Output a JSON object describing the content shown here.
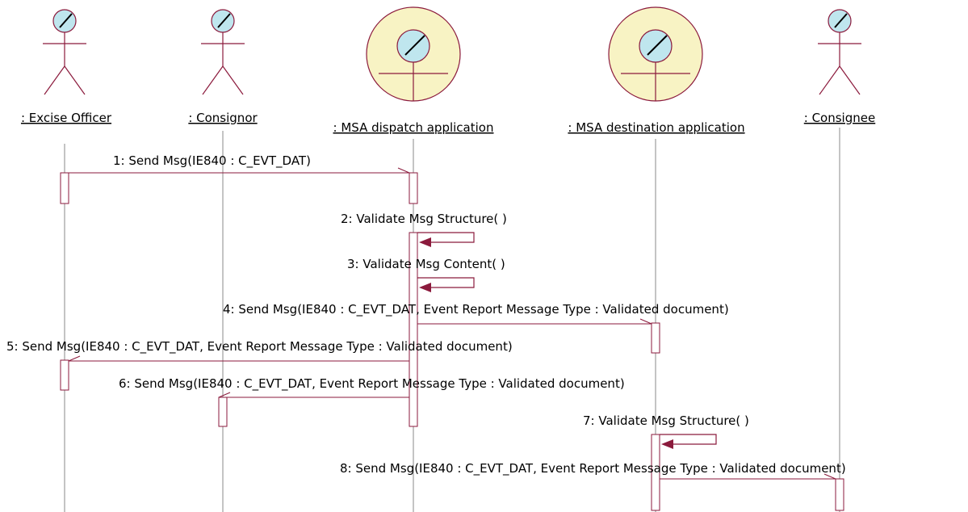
{
  "colors": {
    "line": "#8b1a3c",
    "arrowhead": "#8b1a3c",
    "actor_head_fill": "#bfe6ee",
    "boundary_fill": "#f8f3c4",
    "activation_fill": "#ffffff",
    "text": "#000000"
  },
  "participants": [
    {
      "id": "excise-officer",
      "kind": "actor-icon",
      "label": ": Excise Officer"
    },
    {
      "id": "consignor",
      "kind": "actor-icon",
      "label": ": Consignor"
    },
    {
      "id": "msa-dispatch",
      "kind": "control-icon",
      "label": ": MSA dispatch application"
    },
    {
      "id": "msa-destination",
      "kind": "control-icon",
      "label": ": MSA destination application"
    },
    {
      "id": "consignee",
      "kind": "actor-icon",
      "label": ": Consignee"
    }
  ],
  "messages": [
    {
      "number": "1",
      "label": "1: Send Msg(IE840 : C_EVT_DAT)",
      "from": "excise-officer",
      "to": "msa-dispatch",
      "type": "async"
    },
    {
      "number": "2",
      "label": "2: Validate Msg Structure( )",
      "from": "msa-dispatch",
      "to": "msa-dispatch",
      "type": "self"
    },
    {
      "number": "3",
      "label": "3: Validate Msg Content( )",
      "from": "msa-dispatch",
      "to": "msa-dispatch",
      "type": "self"
    },
    {
      "number": "4",
      "label": "4: Send Msg(IE840 : C_EVT_DAT, Event Report Message Type : Validated document)",
      "from": "msa-dispatch",
      "to": "msa-destination",
      "type": "async"
    },
    {
      "number": "5",
      "label": "5: Send Msg(IE840 : C_EVT_DAT, Event Report Message Type : Validated document)",
      "from": "msa-dispatch",
      "to": "excise-officer",
      "type": "async"
    },
    {
      "number": "6",
      "label": "6: Send Msg(IE840 : C_EVT_DAT, Event Report Message Type : Validated document)",
      "from": "msa-dispatch",
      "to": "consignor",
      "type": "async"
    },
    {
      "number": "7",
      "label": "7: Validate Msg Structure( )",
      "from": "msa-destination",
      "to": "msa-destination",
      "type": "self"
    },
    {
      "number": "8",
      "label": "8: Send Msg(IE840 : C_EVT_DAT, Event Report Message Type : Validated document)",
      "from": "msa-destination",
      "to": "consignee",
      "type": "async"
    }
  ]
}
